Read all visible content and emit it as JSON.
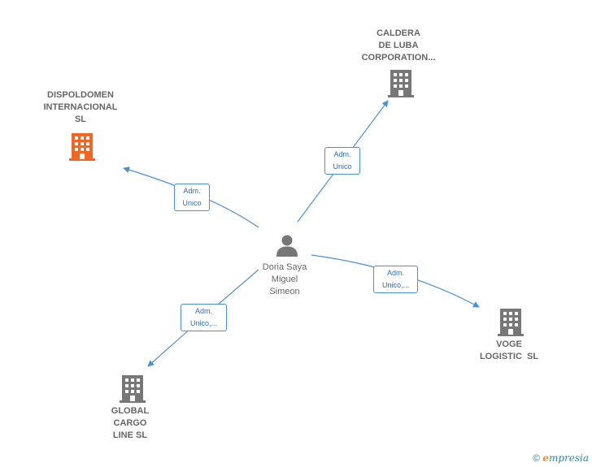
{
  "person": {
    "lines": [
      "Doria Saya",
      "Miguel",
      "Simeon"
    ],
    "icon": "person-icon"
  },
  "companies": [
    {
      "id": "dispoldomen",
      "lines": [
        "DISPOLDOMEN",
        "INTERNACIONAL",
        "SL"
      ],
      "color": "#f26522",
      "icon": "building-icon"
    },
    {
      "id": "caldera",
      "lines": [
        "CALDERA",
        "DE LUBA",
        "CORPORATION..."
      ],
      "color": "#777777",
      "icon": "building-icon"
    },
    {
      "id": "voge",
      "lines": [
        "VOGE",
        "LOGISTIC  SL"
      ],
      "color": "#777777",
      "icon": "building-icon"
    },
    {
      "id": "global",
      "lines": [
        "GLOBAL",
        "CARGO",
        "LINE SL"
      ],
      "color": "#777777",
      "icon": "building-icon"
    }
  ],
  "edges": [
    {
      "to": "dispoldomen",
      "label_lines": [
        "Adm.",
        "Unico"
      ]
    },
    {
      "to": "caldera",
      "label_lines": [
        "Adm.",
        "Unico"
      ]
    },
    {
      "to": "voge",
      "label_lines": [
        "Adm.",
        "Unico,..."
      ]
    },
    {
      "to": "global",
      "label_lines": [
        "Adm.",
        "Unico,..."
      ]
    }
  ],
  "colors": {
    "edge": "#4a90d9",
    "person_icon": "#777777"
  },
  "watermark": {
    "copyright": "©",
    "brand_first": "e",
    "brand_rest": "mpresia"
  }
}
